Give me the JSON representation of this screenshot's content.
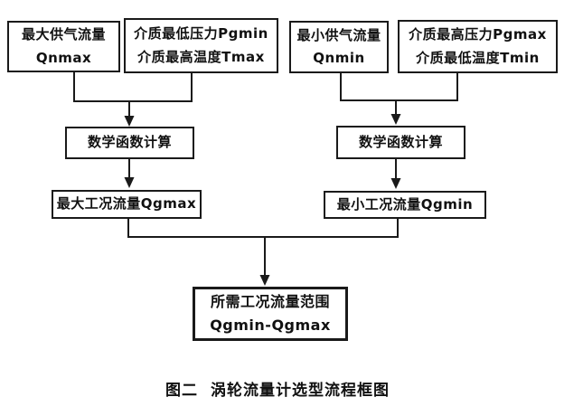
{
  "diagram": {
    "background": "#ffffff",
    "line_color": "#1a1a1a",
    "text_color": "#111111",
    "nodes": {
      "qnmax": {
        "line1": "最大供气流量",
        "line2": "Qnmax"
      },
      "pgmin_tmax": {
        "line1": "介质最低压力Pgmin",
        "line2": "介质最高温度Tmax"
      },
      "qnmin": {
        "line1": "最小供气流量",
        "line2": "Qnmin"
      },
      "pgmax_tmin": {
        "line1": "介质最高压力Pgmax",
        "line2": "介质最低温度Tmin"
      },
      "calc_left": {
        "label": "数学函数计算"
      },
      "calc_right": {
        "label": "数学函数计算"
      },
      "qgmax": {
        "label": "最大工况流量Qgmax"
      },
      "qgmin": {
        "label": "最小工况流量Qgmin"
      },
      "result": {
        "line1": "所需工况流量范围",
        "line2": "Qgmin-Qgmax"
      }
    },
    "caption": {
      "figure_no": "图二",
      "title": "涡轮流量计选型流程框图"
    }
  }
}
